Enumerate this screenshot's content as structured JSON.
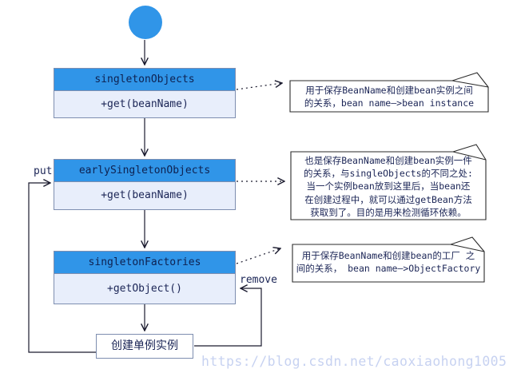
{
  "diagram": {
    "start_node": "start-circle",
    "classes": [
      {
        "name": "singletonObjects",
        "method": "+get(beanName)"
      },
      {
        "name": "earlySingletonObjects",
        "method": "+get(beanName)"
      },
      {
        "name": "singletonFactories",
        "method": "+getObject()"
      }
    ],
    "action_box": {
      "label": "创建单例实例"
    },
    "edge_labels": {
      "put": "put",
      "remove": "remove"
    },
    "notes": [
      {
        "lines": [
          "用于保存BeanName和创建bean实例之间",
          "的关系，bean name—>bean instance"
        ]
      },
      {
        "lines": [
          "也是保存BeanName和创建bean实例一件",
          "的关系，与singleObjects的不同之处:",
          "当一个实例bean放到这里后，当bean还",
          "在创建过程中，就可以通过getBean方法",
          "获取到了。目的是用来检测循环依赖。"
        ]
      },
      {
        "lines": [
          "用于保存BeanName和创建bean的工厂 之",
          "间的关系， bean name—>ObjectFactory"
        ]
      }
    ],
    "watermark": "https://blog.csdn.net/caoxiaohong1005",
    "colors": {
      "header_blue": "#3095E8",
      "body_fill": "#E8EEFB",
      "box_border": "#7E8EB0",
      "line_color": "#1a1a2e",
      "note_text": "#1b2556",
      "watermark": "#c7d2f1"
    }
  }
}
